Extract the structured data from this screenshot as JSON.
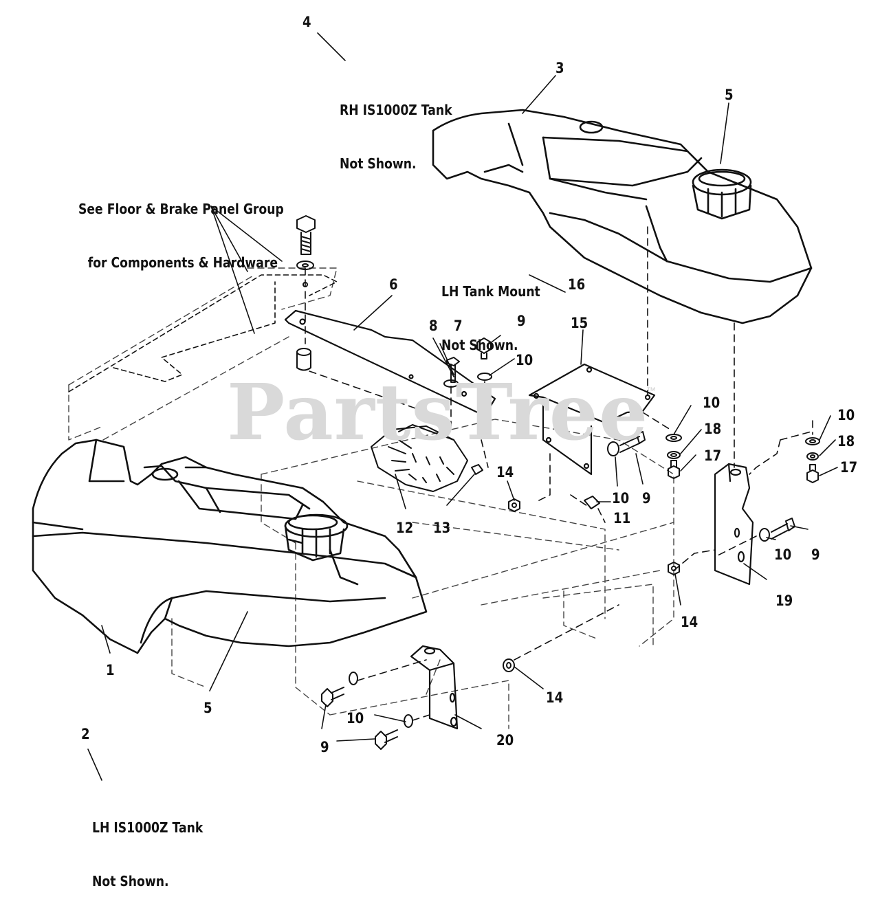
{
  "watermark": {
    "text": "PartsTree",
    "tm": "™"
  },
  "notes": {
    "rh_tank": [
      "RH IS1000Z Tank",
      "Not Shown."
    ],
    "floor_brake": [
      "See Floor & Brake Panel Group",
      "for Components & Hardware"
    ],
    "lh_mount": [
      "LH Tank Mount",
      "Not Shown."
    ],
    "lh_tank": [
      "LH IS1000Z Tank",
      "Not Shown."
    ]
  },
  "callouts": [
    {
      "id": "c4",
      "text": "4"
    },
    {
      "id": "c3",
      "text": "3"
    },
    {
      "id": "c5a",
      "text": "5"
    },
    {
      "id": "c6",
      "text": "6"
    },
    {
      "id": "c16",
      "text": "16"
    },
    {
      "id": "c15",
      "text": "15"
    },
    {
      "id": "c8",
      "text": "8"
    },
    {
      "id": "c7",
      "text": "7"
    },
    {
      "id": "c9a",
      "text": "9"
    },
    {
      "id": "c10a",
      "text": "10"
    },
    {
      "id": "c10b",
      "text": "10"
    },
    {
      "id": "c18a",
      "text": "18"
    },
    {
      "id": "c17a",
      "text": "17"
    },
    {
      "id": "c10c",
      "text": "10"
    },
    {
      "id": "c18b",
      "text": "18"
    },
    {
      "id": "c17b",
      "text": "17"
    },
    {
      "id": "c14a",
      "text": "14"
    },
    {
      "id": "c12",
      "text": "12"
    },
    {
      "id": "c13",
      "text": "13"
    },
    {
      "id": "c10d",
      "text": "10"
    },
    {
      "id": "c9b",
      "text": "9"
    },
    {
      "id": "c11",
      "text": "11"
    },
    {
      "id": "c10e",
      "text": "10"
    },
    {
      "id": "c9c",
      "text": "9"
    },
    {
      "id": "c19",
      "text": "19"
    },
    {
      "id": "c14b",
      "text": "14"
    },
    {
      "id": "c1",
      "text": "1"
    },
    {
      "id": "c5b",
      "text": "5"
    },
    {
      "id": "c14c",
      "text": "14"
    },
    {
      "id": "c10f",
      "text": "10"
    },
    {
      "id": "c20",
      "text": "20"
    },
    {
      "id": "c9d",
      "text": "9"
    },
    {
      "id": "c2",
      "text": "2"
    }
  ]
}
